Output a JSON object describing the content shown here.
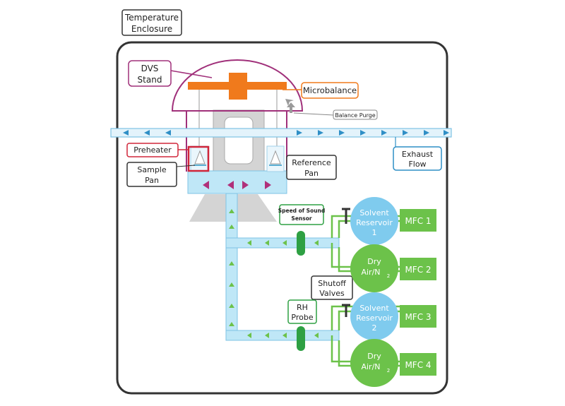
{
  "labels": {
    "temperature_enclosure": [
      "Temperature",
      "Enclosure"
    ],
    "dvs_stand": [
      "DVS",
      "Stand"
    ],
    "microbalance": "Microbalance",
    "balance_purge": "Balance Purge",
    "preheater": "Preheater",
    "sample_pan": [
      "Sample",
      "Pan"
    ],
    "reference_pan": [
      "Reference",
      "Pan"
    ],
    "exhaust_flow": [
      "Exhaust",
      "Flow"
    ],
    "speed_of_sound_sensor": [
      "Speed of Sound",
      "Sensor"
    ],
    "solvent_reservoir_1": [
      "Solvent",
      "Reservoir",
      "1"
    ],
    "solvent_reservoir_2": [
      "Solvent",
      "Reservoir",
      "2"
    ],
    "dry_air_1": [
      "Dry",
      "Air/N",
      "2"
    ],
    "dry_air_2": [
      "Dry",
      "Air/N",
      "2"
    ],
    "mfc_1": "MFC 1",
    "mfc_2": "MFC 2",
    "mfc_3": "MFC 3",
    "mfc_4": "MFC 4",
    "shutoff_valves": [
      "Shutoff",
      "Valves"
    ],
    "rh_probe": [
      "RH",
      "Probe"
    ]
  },
  "colors": {
    "enclosure": "#333333",
    "dvs": "#a0307a",
    "microbalance": "#f07a1c",
    "pipe_blue": "#9fd6ee",
    "pipe_blue_edge": "#5aaed3",
    "green": "#6cc24a",
    "green_dark": "#2ea043",
    "gas_blue": "#7fcbee",
    "preheater": "#d0263a",
    "grey": "#d4d4d4"
  }
}
